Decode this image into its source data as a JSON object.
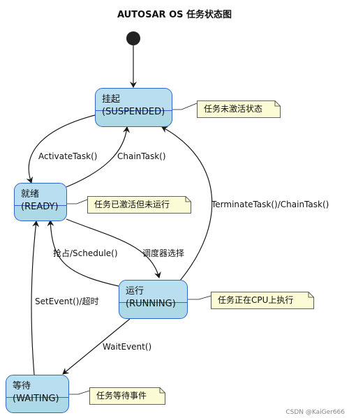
{
  "title": "AUTOSAR OS 任务状态图",
  "states": {
    "suspended": {
      "name": "挂起",
      "en": "(SUSPENDED)"
    },
    "ready": {
      "name": "就绪",
      "en": "(READY)"
    },
    "running": {
      "name": "运行",
      "en": "(RUNNING)"
    },
    "waiting": {
      "name": "等待",
      "en": "(WAITING)"
    }
  },
  "notes": {
    "suspended": "任务未激活状态",
    "ready": "任务已激活但未运行",
    "running": "任务正在CPU上执行",
    "waiting": "任务等待事件"
  },
  "transitions": {
    "activate": "ActivateTask()",
    "chain": "ChainTask()",
    "terminate": "TerminateTask()/ChainTask()",
    "preempt": "抢占/Schedule()",
    "dispatch": "调度器选择",
    "setevent": "SetEvent()/超时",
    "waitevent": "WaitEvent()"
  },
  "watermark": "CSDN @KaiGer666",
  "colors": {
    "state_fill": "#add8e6",
    "state_border": "#2f64c8",
    "note_fill": "#fbfbd6",
    "arrow": "#181818"
  }
}
